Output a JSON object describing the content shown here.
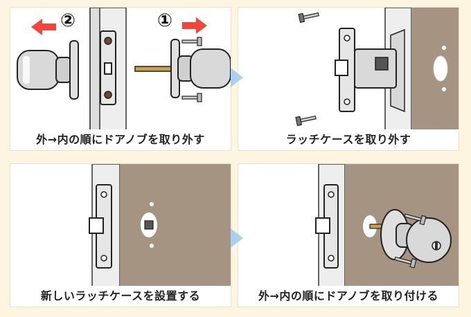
{
  "steps": [
    {
      "caption": "外→内の順にドアノブを取り外す",
      "badges": [
        "②",
        "①"
      ]
    },
    {
      "caption": "ラッチケースを取り外す"
    },
    {
      "caption": "新しいラッチケースを設置する"
    },
    {
      "caption": "外→内の順にドアノブを取り付ける"
    }
  ],
  "colors": {
    "background": "#fdf5df",
    "door_wall": "#a69482",
    "door_edge": "#eeeeee",
    "metal": "#d9d9d9",
    "red_arrow": "#f0463c",
    "next_arrow": "#a9d0ef",
    "spindle": "#c7a14b"
  },
  "icons": [
    "door-knob-icon",
    "screw-icon",
    "latch-plate-icon",
    "latch-case-icon",
    "red-arrow-icon",
    "next-step-arrow-icon"
  ]
}
